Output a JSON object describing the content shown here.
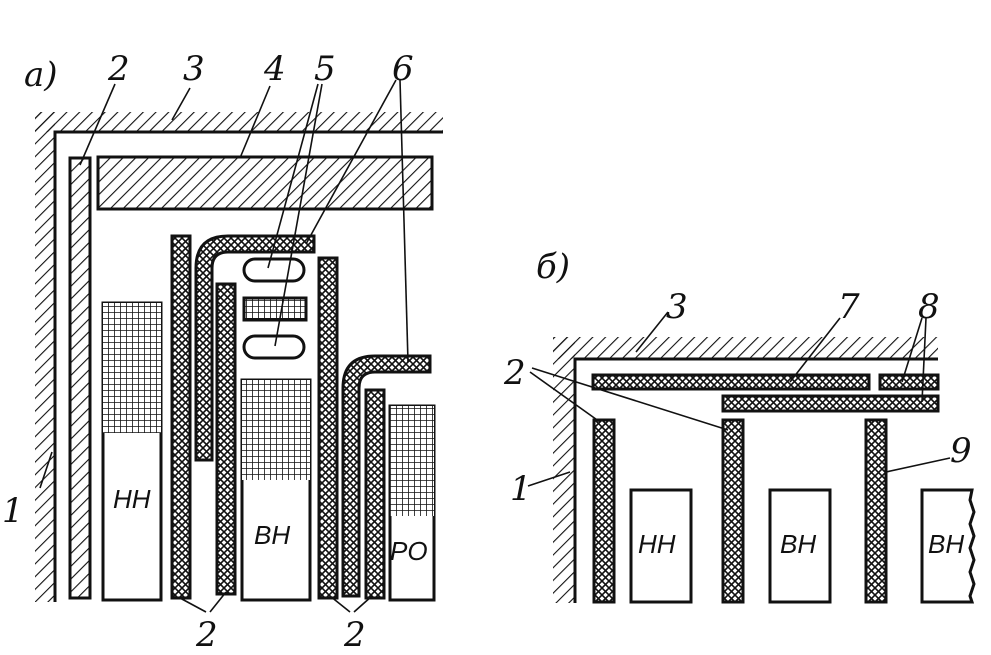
{
  "diagram": {
    "panel_a": {
      "tag": "а)",
      "labels": {
        "n1": "1",
        "n2_top": "2",
        "n3": "3",
        "n4": "4",
        "n5": "5",
        "n6": "6",
        "n2_bottom_left": "2",
        "n2_bottom_right": "2"
      },
      "windings": [
        "НН",
        "ВН",
        "РО"
      ]
    },
    "panel_b": {
      "tag": "б)",
      "labels": {
        "n1": "1",
        "n2": "2",
        "n3": "3",
        "n7": "7",
        "n8": "8",
        "n9": "9"
      },
      "windings": [
        "НН",
        "ВН",
        "ВН"
      ]
    }
  }
}
